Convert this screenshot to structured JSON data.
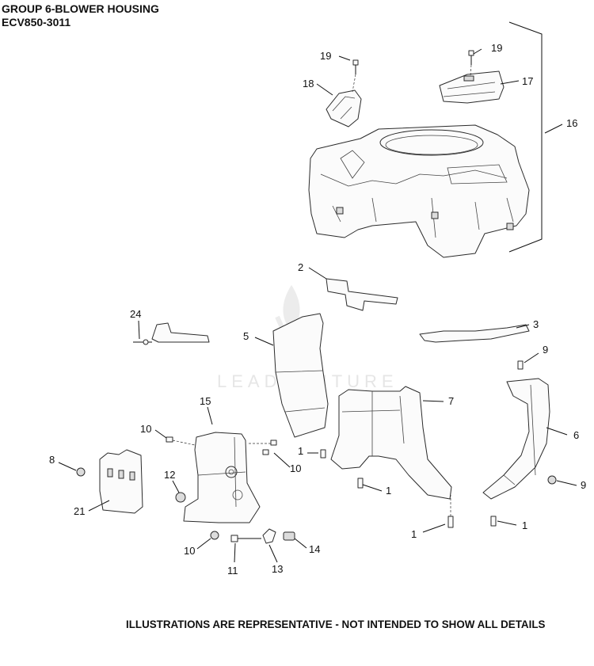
{
  "header": {
    "title": "GROUP 6-BLOWER HOUSING",
    "model": "ECV850-3011"
  },
  "footer": {
    "disclaimer": "ILLUSTRATIONS ARE REPRESENTATIVE - NOT INTENDED TO SHOW ALL DETAILS"
  },
  "watermark": "LEADVENTURE",
  "callouts": [
    "19",
    "19",
    "18",
    "17",
    "16",
    "2",
    "3",
    "24",
    "5",
    "9",
    "7",
    "6",
    "15",
    "10",
    "1",
    "10",
    "8",
    "12",
    "1",
    "9",
    "21",
    "1",
    "1",
    "10",
    "11",
    "13",
    "14"
  ]
}
